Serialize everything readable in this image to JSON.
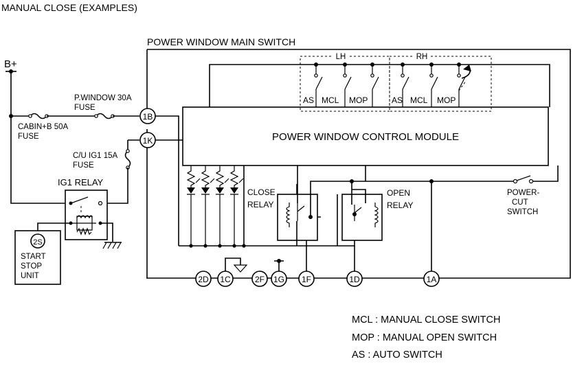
{
  "title": "MANUAL CLOSE (EXAMPLES)",
  "main_switch_label": "POWER WINDOW MAIN SWITCH",
  "module_label": "POWER WINDOW CONTROL MODULE",
  "battery_label": "B+",
  "fuses": {
    "pwindow": [
      "P.WINDOW 30A",
      "FUSE"
    ],
    "cabin": [
      "CABIN+B 50A",
      "FUSE"
    ],
    "cu_ig1": [
      "C/U IG1 15A",
      "FUSE"
    ]
  },
  "ig1_relay_label": "IG1 RELAY",
  "start_stop": {
    "connector": "2S",
    "lines": [
      "START",
      "STOP",
      "UNIT"
    ]
  },
  "groups": {
    "lh": "LH",
    "rh": "RH"
  },
  "switch_labels": {
    "lh": [
      "AS",
      "MCL",
      "MOP"
    ],
    "rh": [
      "AS",
      "MCL",
      "MOP"
    ]
  },
  "close_relay": [
    "CLOSE",
    "RELAY"
  ],
  "open_relay": [
    "OPEN",
    "RELAY"
  ],
  "power_cut": [
    "POWER-",
    "CUT",
    "SWITCH"
  ],
  "connectors": {
    "c1B": "1B",
    "c1K": "1K",
    "c2D": "2D",
    "c1C": "1C",
    "c2F": "2F",
    "c1G": "1G",
    "c1F": "1F",
    "c1D": "1D",
    "c1A": "1A"
  },
  "legend": [
    "MCL : MANUAL CLOSE SWITCH",
    "MOP : MANUAL OPEN SWITCH",
    "AS : AUTO SWITCH"
  ]
}
